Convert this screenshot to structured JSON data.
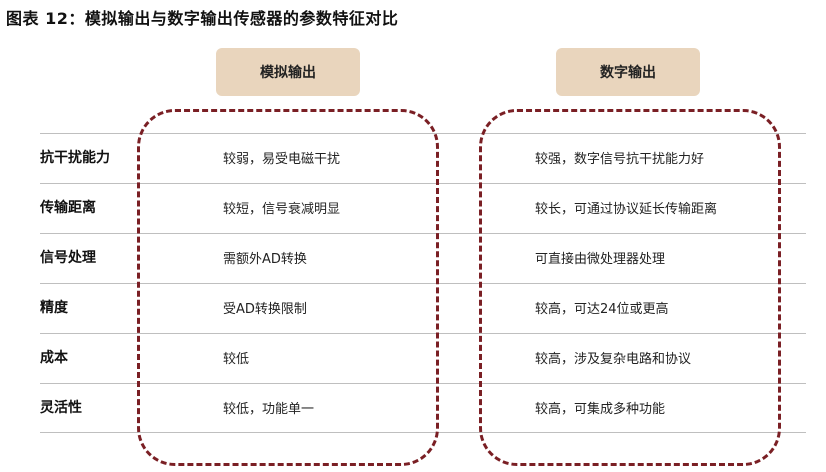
{
  "title": "图表 12：模拟输出与数字输出传感器的参数特征对比",
  "columns": {
    "analog": "模拟输出",
    "digital": "数字输出"
  },
  "rows": [
    {
      "label": "抗干扰能力",
      "analog": "较弱，易受电磁干扰",
      "digital": "较强，数字信号抗干扰能力好"
    },
    {
      "label": "传输距离",
      "analog": "较短，信号衰减明显",
      "digital": "较长，可通过协议延长传输距离"
    },
    {
      "label": "信号处理",
      "analog": "需额外AD转换",
      "digital": "可直接由微处理器处理"
    },
    {
      "label": "精度",
      "analog": "受AD转换限制",
      "digital": "较高，可达24位或更高"
    },
    {
      "label": "成本",
      "analog": "较低",
      "digital": "较高，涉及复杂电路和协议"
    },
    {
      "label": "灵活性",
      "analog": "较低，功能单一",
      "digital": "较高，可集成多种功能"
    }
  ],
  "colors": {
    "header_fill": "#e9d5bd",
    "dashed_border": "#7a1f24",
    "row_separator": "#bfbfbf"
  }
}
